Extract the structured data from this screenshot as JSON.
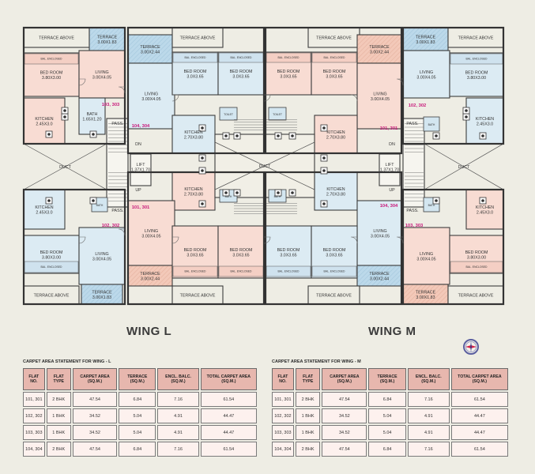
{
  "wings": {
    "left": "WING L",
    "right": "WING M"
  },
  "labels": {
    "terrace_above": "TERRACE ABOVE",
    "duct": "DUCT",
    "lift": "LIFT",
    "lift_size": "1.37X1.70",
    "pass": "PASS.",
    "dn": "DN",
    "up": "UP",
    "bath": "BATH",
    "toilet": "TOILET",
    "encl_balcony": "BAL. ENCLOSED"
  },
  "tables": [
    {
      "title": "CARPET AREA STATEMENT FOR WING - L",
      "headers": [
        "FLAT NO.",
        "FLAT TYPE",
        "CARPET AREA (SQ.M.)",
        "TERRACE (SQ.M.)",
        "ENCL. BALC. (SQ.M.)",
        "TOTAL CARPET AREA (SQ.M.)"
      ],
      "rows": [
        [
          "101, 301",
          "2 BHK",
          "47.54",
          "6.84",
          "7.16",
          "61.54"
        ],
        [
          "102, 302",
          "1 BHK",
          "34.52",
          "5.04",
          "4.91",
          "44.47"
        ],
        [
          "103, 303",
          "1 BHK",
          "34.52",
          "5.04",
          "4.91",
          "44.47"
        ],
        [
          "104, 304",
          "2 BHK",
          "47.54",
          "6.84",
          "7.16",
          "61.54"
        ]
      ]
    },
    {
      "title": "CARPET AREA STATEMENT FOR WING - M",
      "headers": [
        "FLAT NO.",
        "FLAT TYPE",
        "CARPET AREA (SQ.M.)",
        "TERRACE (SQ.M.)",
        "ENCL. BALC. (SQ.M.)",
        "TOTAL CARPET AREA (SQ.M.)"
      ],
      "rows": [
        [
          "101, 301",
          "2 BHK",
          "47.54",
          "6.84",
          "7.16",
          "61.54"
        ],
        [
          "102, 302",
          "1 BHK",
          "34.52",
          "5.04",
          "4.91",
          "44.47"
        ],
        [
          "103, 303",
          "1 BHK",
          "34.52",
          "5.04",
          "4.91",
          "44.47"
        ],
        [
          "104, 304",
          "2 BHK",
          "47.54",
          "6.84",
          "7.16",
          "61.54"
        ]
      ]
    }
  ],
  "rooms": [
    {
      "id": "wl-terrace-above-tl",
      "name": "TERRACE ABOVE",
      "size": ""
    },
    {
      "id": "wl-terrace-1",
      "name": "TERRACE",
      "size": "3.00X1.83"
    },
    {
      "id": "wl-bedroom-1",
      "name": "BED ROOM",
      "size": "3.80X3.00"
    },
    {
      "id": "wl-living-1",
      "name": "LIVING",
      "size": "3.00X4.05"
    },
    {
      "id": "wl-kitchen-1",
      "name": "KITCHEN",
      "size": "2.45X3.0"
    },
    {
      "id": "wl-bath-1",
      "name": "BATH",
      "size": "1.65X1.20"
    },
    {
      "id": "wl-terrace-2",
      "name": "TERRACE",
      "size": "3.00X2.44"
    },
    {
      "id": "wl-terrace-above-tr",
      "name": "TERRACE ABOVE",
      "size": ""
    },
    {
      "id": "wl-living-2",
      "name": "LIVING",
      "size": "3.00X4.05"
    },
    {
      "id": "wl-bedroom-2",
      "name": "BED ROOM",
      "size": "3.0X3.65"
    },
    {
      "id": "wl-bedroom-3",
      "name": "BED ROOM",
      "size": "3.0X3.65"
    },
    {
      "id": "wl-kitchen-2",
      "name": "KITCHEN",
      "size": "2.70X3.80"
    },
    {
      "id": "wl-kitchen-3",
      "name": "KITCHEN",
      "size": "2.45X3.0"
    },
    {
      "id": "wl-bedroom-4",
      "name": "BED ROOM",
      "size": "3.80X3.00"
    },
    {
      "id": "wl-living-3",
      "name": "LIVING",
      "size": "3.00X4.05"
    },
    {
      "id": "wl-terrace-3",
      "name": "TERRACE",
      "size": "3.00X1.83"
    },
    {
      "id": "wl-terrace-above-bl",
      "name": "TERRACE ABOVE",
      "size": ""
    },
    {
      "id": "wl-kitchen-4",
      "name": "KITCHEN",
      "size": "2.70X3.80"
    },
    {
      "id": "wl-living-4",
      "name": "LIVING",
      "size": "3.00X4.05"
    },
    {
      "id": "wl-terrace-4",
      "name": "TERRACE",
      "size": "3.00X2.44"
    },
    {
      "id": "wl-bedroom-5",
      "name": "BED ROOM",
      "size": "3.0X3.65"
    },
    {
      "id": "wl-bedroom-6",
      "name": "BED ROOM",
      "size": "3.0X3.65"
    },
    {
      "id": "wl-terrace-above-br",
      "name": "TERRACE ABOVE",
      "size": ""
    },
    {
      "id": "wm-terrace-above-tl",
      "name": "TERRACE ABOVE",
      "size": ""
    },
    {
      "id": "wm-terrace-1",
      "name": "TERRACE",
      "size": "3.00X2.44"
    },
    {
      "id": "wm-bedroom-1",
      "name": "BED ROOM",
      "size": "3.0X3.65"
    },
    {
      "id": "wm-bedroom-2",
      "name": "BED ROOM",
      "size": "3.0X3.65"
    },
    {
      "id": "wm-living-1",
      "name": "LIVING",
      "size": "3.00X4.05"
    },
    {
      "id": "wm-kitchen-1",
      "name": "KITCHEN",
      "size": "2.70X3.80"
    },
    {
      "id": "wm-terrace-2",
      "name": "TERRACE",
      "size": "3.00X1.83"
    },
    {
      "id": "wm-terrace-above-tr",
      "name": "TERRACE ABOVE",
      "size": ""
    },
    {
      "id": "wm-living-2",
      "name": "LIVING",
      "size": "3.00X4.05"
    },
    {
      "id": "wm-bedroom-3",
      "name": "BED ROOM",
      "size": "3.80X3.00"
    },
    {
      "id": "wm-kitchen-2",
      "name": "KITCHEN",
      "size": "2.45X3.0"
    },
    {
      "id": "wm-kitchen-3",
      "name": "KITCHEN",
      "size": "2.70X3.80"
    },
    {
      "id": "wm-kitchen-4",
      "name": "KITCHEN",
      "size": "2.45X3.0"
    },
    {
      "id": "wm-living-3",
      "name": "LIVING",
      "size": "3.00X4.05"
    },
    {
      "id": "wm-living-4",
      "name": "LIVING",
      "size": "3.00X4.05"
    },
    {
      "id": "wm-bedroom-4",
      "name": "BED ROOM",
      "size": "3.80X3.00"
    },
    {
      "id": "wm-bedroom-5",
      "name": "BED ROOM",
      "size": "3.0X3.65"
    },
    {
      "id": "wm-bedroom-6",
      "name": "BED ROOM",
      "size": "3.0X3.65"
    },
    {
      "id": "wm-terrace-3",
      "name": "TERRACE",
      "size": "3.00X2.44"
    },
    {
      "id": "wm-terrace-4",
      "name": "TERRACE",
      "size": "3.00X1.83"
    },
    {
      "id": "wm-terrace-above-bl",
      "name": "TERRACE ABOVE",
      "size": ""
    },
    {
      "id": "wm-terrace-above-br",
      "name": "TERRACE ABOVE",
      "size": ""
    }
  ],
  "flat_numbers": [
    {
      "id": "wl-103",
      "label": "103, 303"
    },
    {
      "id": "wl-104",
      "label": "104, 304"
    },
    {
      "id": "wl-101",
      "label": "101, 301"
    },
    {
      "id": "wl-102",
      "label": "102, 302"
    },
    {
      "id": "wm-101",
      "label": "101, 301"
    },
    {
      "id": "wm-102",
      "label": "102, 302"
    },
    {
      "id": "wm-104",
      "label": "104, 304"
    },
    {
      "id": "wm-103",
      "label": "103, 303"
    }
  ],
  "colors": {
    "background": "#eeede4",
    "room_blue": "#dcebf3",
    "room_pink": "#f8dcd3",
    "terrace_blue": "#bcd9ea",
    "terrace_pink": "#f3c9b9",
    "wall": "#3d3d3d",
    "flat_number": "#c8197a",
    "table_header": "#e7b7ae",
    "table_cell": "#fdf1ee"
  }
}
